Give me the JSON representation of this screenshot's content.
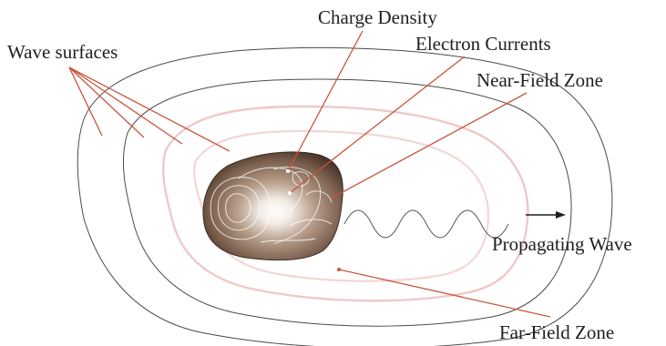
{
  "labels": {
    "wave_surfaces": "Wave surfaces",
    "charge_density": "Charge Density",
    "electron_currents": "Electron Currents",
    "near_field_zone": "Near-Field Zone",
    "propagating_wave": "Propagating Wave",
    "far_field_zone": "Far-Field Zone"
  },
  "colors": {
    "leader_line": "#c8553a",
    "wave_surface_outer": "#4a4a4a",
    "wave_surface_inner": "#f0c8c8",
    "source_body": "#6b5240",
    "text": "#1f1f1f"
  }
}
